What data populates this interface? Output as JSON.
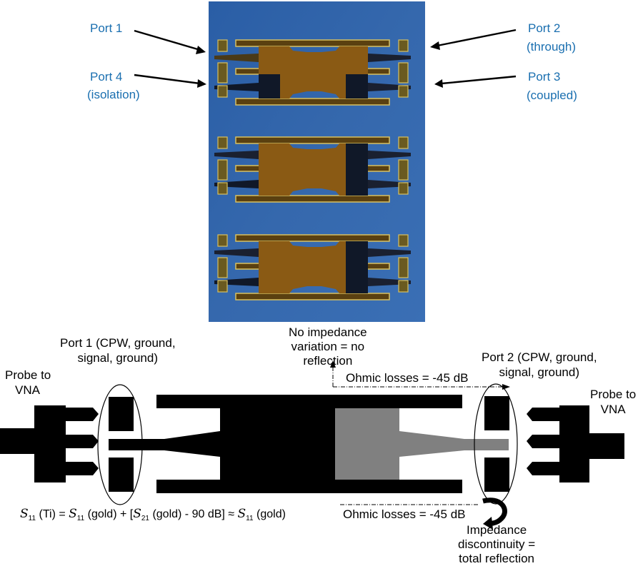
{
  "photo_labels": {
    "port1": "Port 1",
    "port4_line1": "Port 4",
    "port4_line2": "(isolation)",
    "port2_line1": "Port 2",
    "port2_line2": "(through)",
    "port3_line1": "Port 3",
    "port3_line2": "(coupled)"
  },
  "schematic_labels": {
    "probe_left_line1": "Probe to",
    "probe_left_line2": "VNA",
    "probe_right_line1": "Probe to",
    "probe_right_line2": "VNA",
    "port1_line1": "Port 1 (CPW, ground,",
    "port1_line2": "signal, ground)",
    "port2_line1": "Port 2 (CPW, ground,",
    "port2_line2": "signal, ground)",
    "no_impedance_line1": "No impedance",
    "no_impedance_line2": "variation = no",
    "no_impedance_line3": "reflection",
    "ohmic_top": "Ohmic losses = -45 dB",
    "ohmic_bottom": "Ohmic losses = -45 dB",
    "discontinuity_line1": "Impedance",
    "discontinuity_line2": "discontinuity =",
    "discontinuity_line3": "total reflection"
  },
  "equation": {
    "s": "S",
    "sub11": "11",
    "sub21": "21",
    "part1": "(Ti) = ",
    "part2": "(gold) + [",
    "part3": "(gold) - 90 dB] ≈ ",
    "part4": "(gold)"
  },
  "colors": {
    "label_blue": "#1a6fb0",
    "substrate_blue": "#2f63a8",
    "gold": "#8a5a14",
    "titanium_grey": "#808080"
  }
}
